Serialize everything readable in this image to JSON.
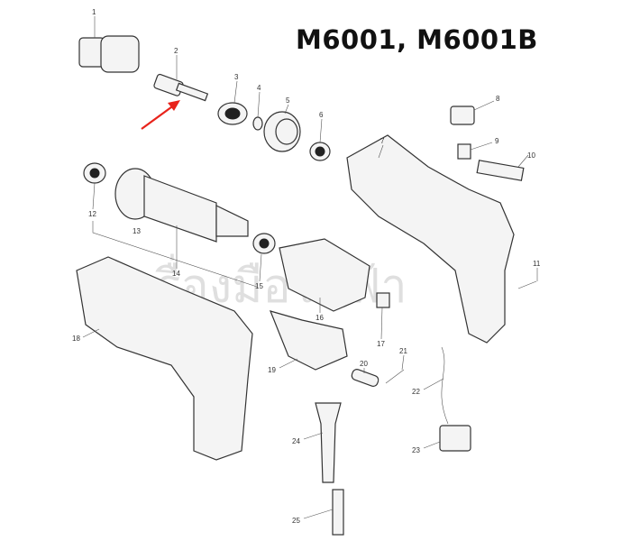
{
  "title": "M6001, M6001B",
  "watermark": "เครื่องมือไฟฟ้า",
  "arrow_color": "#e8231b",
  "part_numbers": [
    "1",
    "2",
    "3",
    "4",
    "5",
    "6",
    "7",
    "8",
    "9",
    "10",
    "11",
    "12",
    "13",
    "14",
    "15",
    "16",
    "17",
    "18",
    "19",
    "20",
    "21",
    "22",
    "23",
    "24",
    "25"
  ]
}
